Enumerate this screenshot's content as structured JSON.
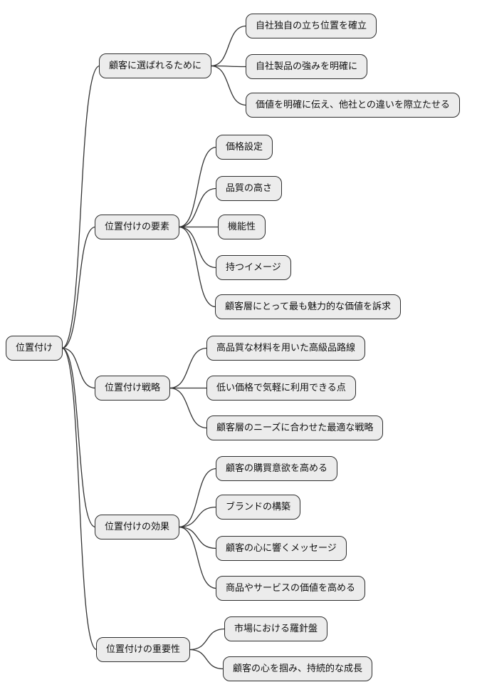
{
  "diagram": {
    "type": "mindmap",
    "root": {
      "label": "位置付け"
    },
    "branches": [
      {
        "label": "顧客に選ばれるために",
        "children": [
          "自社独自の立ち位置を確立",
          "自社製品の強みを明確に",
          "価値を明確に伝え、他社との違いを際立たせる"
        ]
      },
      {
        "label": "位置付けの要素",
        "children": [
          "価格設定",
          "品質の高さ",
          "機能性",
          "持つイメージ",
          "顧客層にとって最も魅力的な価値を訴求"
        ]
      },
      {
        "label": "位置付け戦略",
        "children": [
          "高品質な材料を用いた高級品路線",
          "低い価格で気軽に利用できる点",
          "顧客層のニーズに合わせた最適な戦略"
        ]
      },
      {
        "label": "位置付けの効果",
        "children": [
          "顧客の購買意欲を高める",
          "ブランドの構築",
          "顧客の心に響くメッセージ",
          "商品やサービスの価値を高める"
        ]
      },
      {
        "label": "位置付けの重要性",
        "children": [
          "市場における羅針盤",
          "顧客の心を掴み、持続的な成長"
        ]
      }
    ],
    "colors": {
      "node_fill": "#ececec",
      "node_border": "#2e2e2e",
      "edge": "#333333",
      "text": "#111111",
      "background": "#ffffff"
    }
  }
}
